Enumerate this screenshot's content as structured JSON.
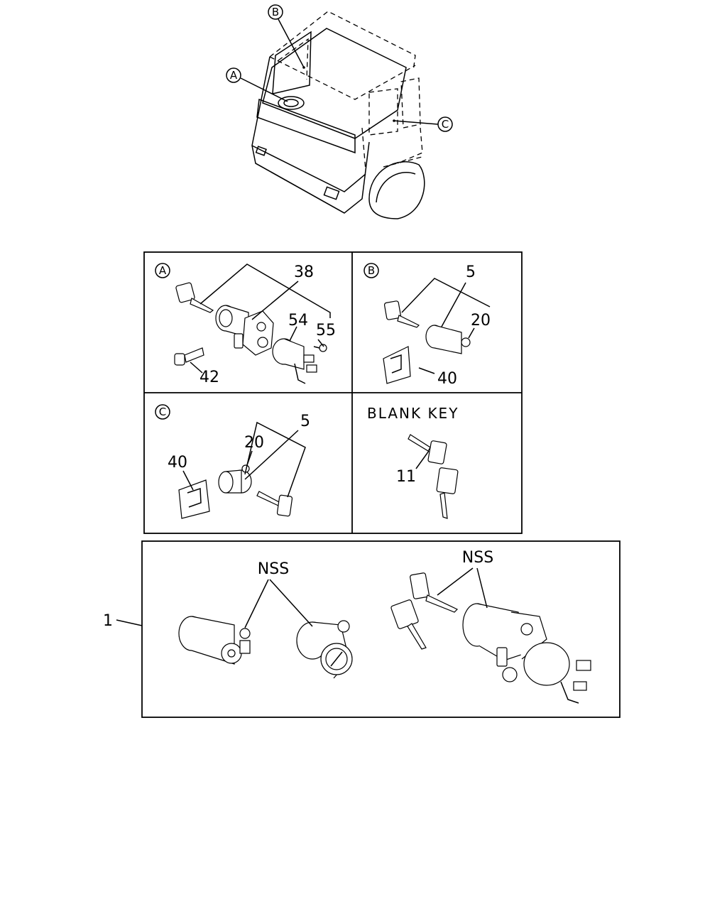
{
  "cab_callouts": {
    "a": "A",
    "b": "B",
    "c": "C"
  },
  "panel_a": {
    "letter": "A",
    "p38": "38",
    "p54": "54",
    "p55": "55",
    "p42": "42"
  },
  "panel_b": {
    "letter": "B",
    "p5": "5",
    "p20": "20",
    "p40": "40"
  },
  "panel_c": {
    "letter": "C",
    "p5": "5",
    "p20": "20",
    "p40": "40"
  },
  "panel_blank": {
    "title": "BLANK KEY",
    "p11": "11"
  },
  "kit": {
    "p1": "1",
    "nss_left": "NSS",
    "nss_right": "NSS"
  }
}
